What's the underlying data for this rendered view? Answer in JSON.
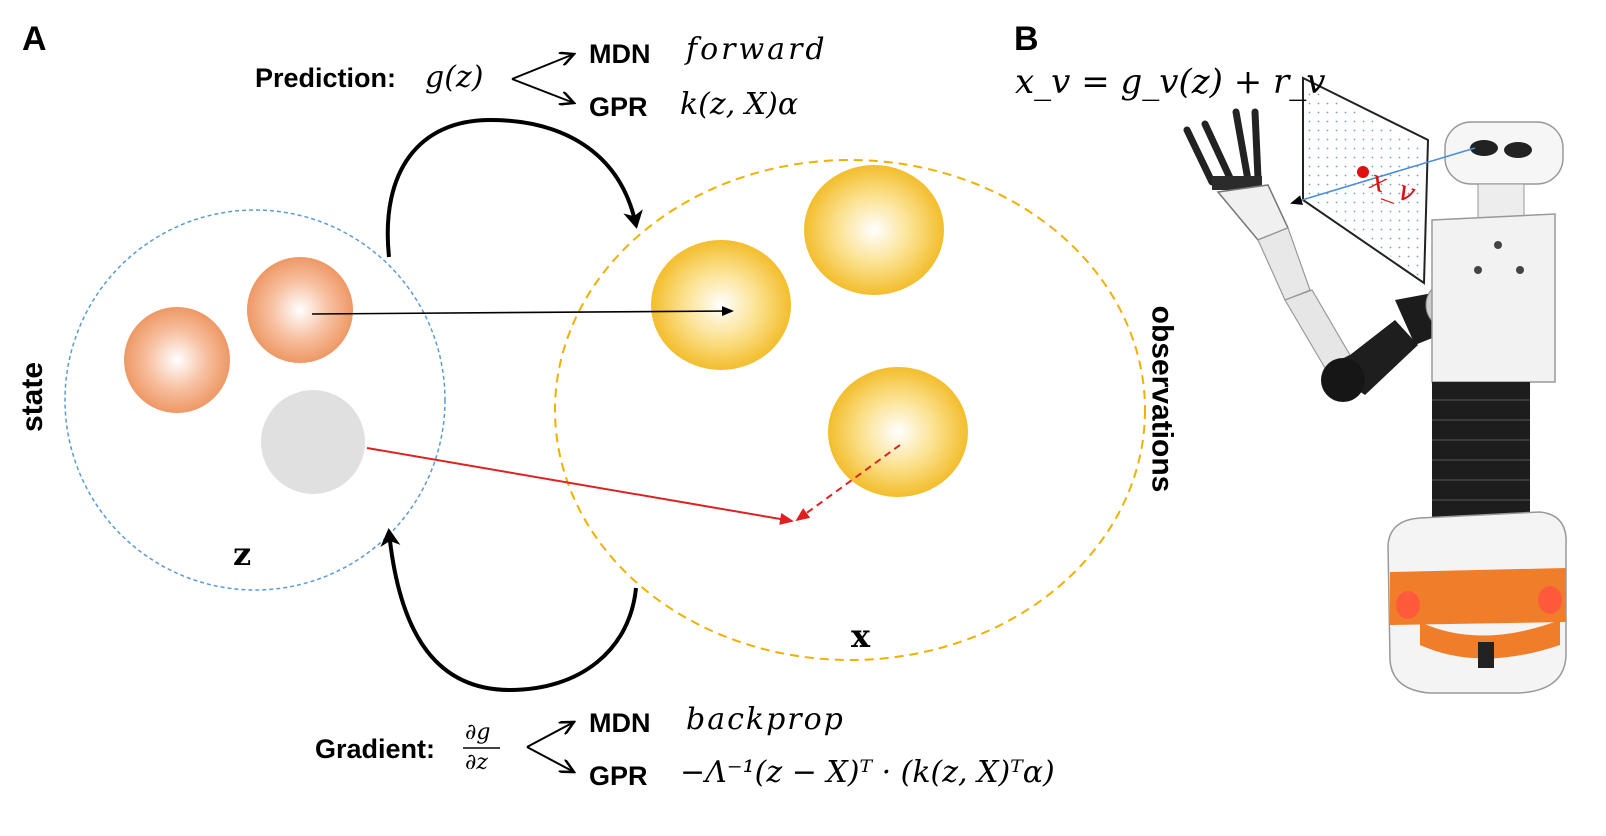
{
  "panel_a": {
    "letter": "A",
    "prediction": {
      "label": "Prediction:",
      "expr": "g(z)",
      "mdn_label": "MDN",
      "mdn_expr": "forward",
      "gpr_label": "GPR",
      "gpr_expr": "k(z, X)α"
    },
    "gradient": {
      "label": "Gradient:",
      "frac_num": "∂g",
      "frac_den": "∂z",
      "mdn_label": "MDN",
      "mdn_expr": "backprop",
      "gpr_label": "GPR",
      "gpr_expr": "−Λ⁻¹(z − X)ᵀ  · (k(z, X)ᵀα)"
    },
    "state_label": "state",
    "state_symbol": "z",
    "observations_label": "observations",
    "observations_symbol": "x",
    "colors": {
      "state_circle": "#5b9bd5",
      "obs_circle": "#f0b000",
      "state_ball": "#f0a070",
      "obs_ball": "#f5c238",
      "grey_ball": "#e0e0e0",
      "error_arrow": "#e02020"
    }
  },
  "panel_b": {
    "letter": "B",
    "equation": "x_v = g_v(z) + r_v",
    "target_label": "x_v",
    "robot_icon": "robot-icon"
  }
}
